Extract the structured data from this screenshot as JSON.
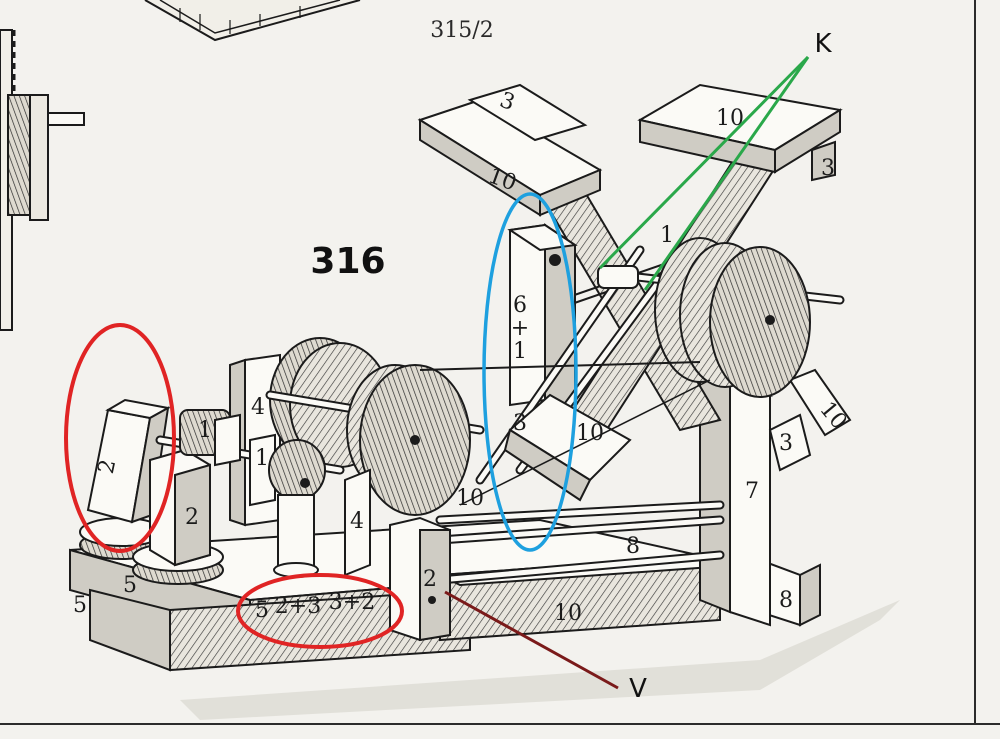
{
  "page_label": "315/2",
  "model_number": "316",
  "annotations": {
    "k_label": "K",
    "v_label": "V",
    "colors": {
      "green": "#2aa84a",
      "blue": "#1ea0df",
      "red": "#e02424",
      "maroon": "#7a1a1a"
    }
  },
  "block_labels": {
    "top_left_plate_tag": "3",
    "top_left_plate": "10",
    "top_right_plate": "10",
    "top_right_side": "3",
    "axle_cross": "1",
    "upright_middle": "6\n+\n1",
    "upright_left": "4",
    "upright_left_lower": "4",
    "small_block_1": "1",
    "small_block_1b": "1",
    "circled_block": "2",
    "block_2": "2",
    "front_post": "2",
    "base_left": "5",
    "base_left_2": "5",
    "base_strip_1": "5",
    "base_strip_2": "2+3",
    "base_strip_3": "3+2",
    "rail_label": "10",
    "rail_front": "10",
    "middle_plate": "10",
    "middle_plate_small": "3",
    "right_upright": "7",
    "right_base": "8",
    "right_side_plate": "10",
    "right_small": "3",
    "spacer": "8"
  }
}
